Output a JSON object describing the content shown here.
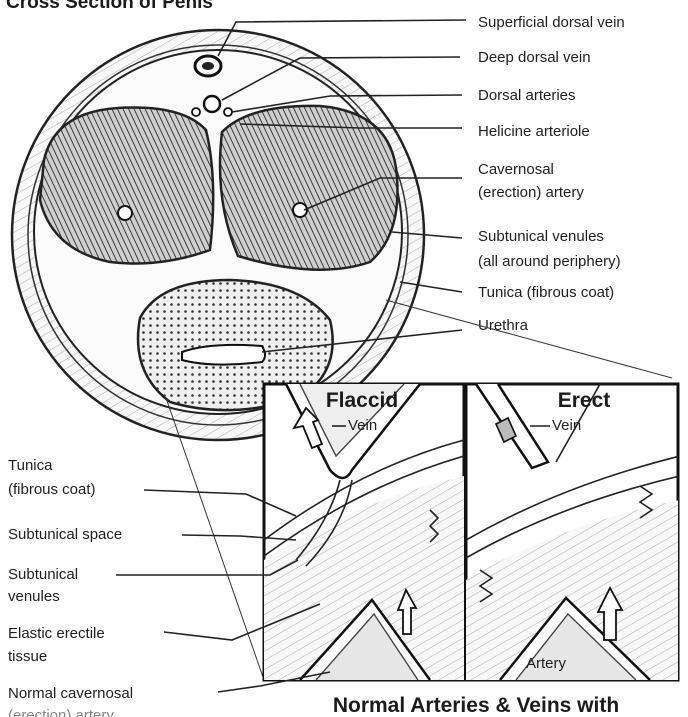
{
  "title": "Cross Section of Penis",
  "right_labels": [
    "Superficial dorsal vein",
    "Deep dorsal vein",
    "Dorsal arteries",
    "Helicine arteriole",
    "Cavernosal",
    "(erection) artery",
    "Subtunical venules",
    "(all around periphery)",
    "Tunica (fibrous coat)",
    "Urethra"
  ],
  "left_labels": [
    "Tunica",
    "(fibrous coat)",
    "Subtunical space",
    "Subtunical",
    "venules",
    "Elastic erectile",
    "tissue",
    "Normal cavernosal",
    "(erection) artery"
  ],
  "panels": {
    "flaccid": {
      "title": "Flaccid",
      "vein_label": "Vein"
    },
    "erect": {
      "title": "Erect",
      "vein_label": "Vein",
      "artery_label": "Artery"
    }
  },
  "caption": "Normal Arteries & Veins with"
}
